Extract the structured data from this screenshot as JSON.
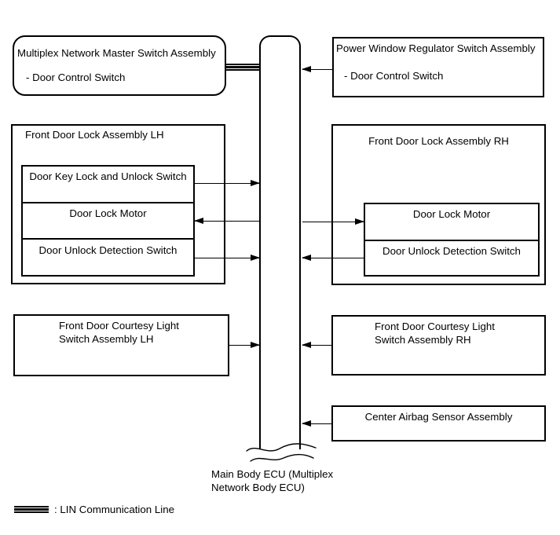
{
  "diagram": {
    "master_switch": {
      "title": "Multiplex Network Master Switch Assembly",
      "sub": "- Door Control Switch"
    },
    "power_window": {
      "title": "Power Window Regulator Switch Assembly",
      "sub": "- Door Control Switch"
    },
    "door_lock_lh": {
      "title": "Front Door Lock Assembly LH",
      "items": [
        "Door Key Lock and Unlock Switch",
        "Door Lock Motor",
        "Door Unlock Detection Switch"
      ]
    },
    "door_lock_rh": {
      "title": "Front Door Lock Assembly RH",
      "items": [
        "Door Lock Motor",
        "Door Unlock Detection Switch"
      ]
    },
    "courtesy_lh": {
      "line1": "Front Door Courtesy Light",
      "line2": "Switch Assembly LH"
    },
    "courtesy_rh": {
      "line1": "Front Door Courtesy Light",
      "line2": "Switch Assembly RH"
    },
    "airbag": {
      "title": "Center Airbag Sensor Assembly"
    },
    "ecu": {
      "line1": "Main Body ECU (Multiplex",
      "line2": "Network Body ECU)"
    },
    "legend": {
      "label": ": LIN Communication Line"
    }
  },
  "colors": {
    "line": "#000000",
    "background": "#ffffff"
  }
}
